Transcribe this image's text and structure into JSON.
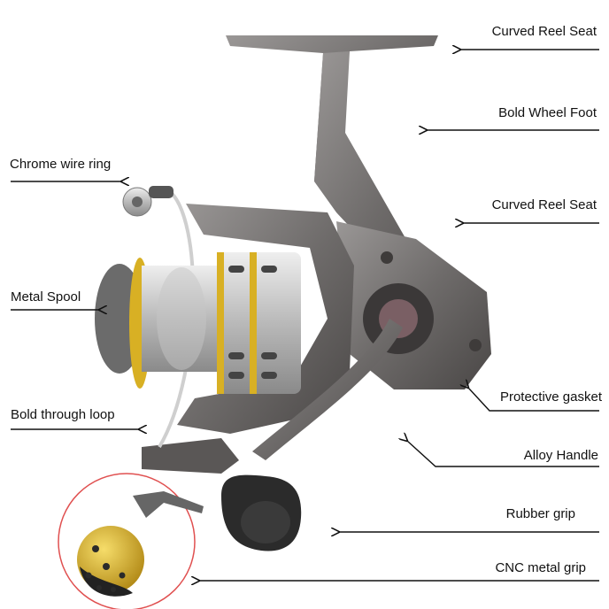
{
  "labels": {
    "curved_reel_seat_top": "Curved Reel Seat",
    "bold_wheel_foot": "Bold Wheel Foot",
    "curved_reel_seat_mid": "Curved Reel Seat",
    "protective_gasket": "Protective gasket",
    "alloy_handle": "Alloy Handle",
    "rubber_grip": "Rubber grip",
    "cnc_metal_grip": "CNC metal grip",
    "chrome_wire_ring": "Chrome wire ring",
    "metal_spool": "Metal Spool",
    "bold_through_loop": "Bold through loop"
  },
  "colors": {
    "body_metal": "#6e6b6a",
    "body_dark": "#4f4c4b",
    "spool_silver": "#c8c8c8",
    "gold_accent": "#d8b024",
    "knob_black": "#2b2b2b",
    "inset_circle": "#e05050"
  }
}
